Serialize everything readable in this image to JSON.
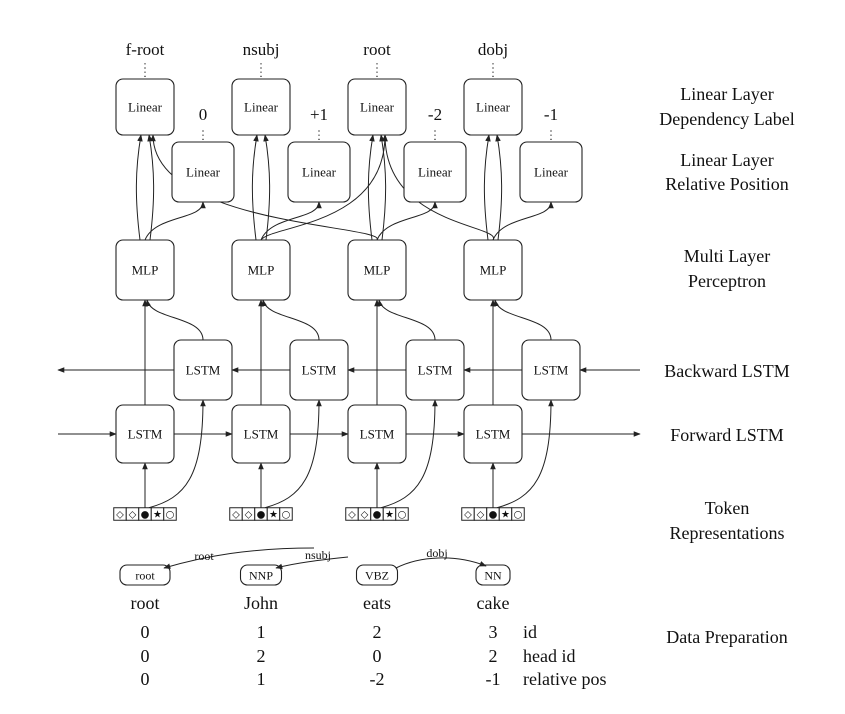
{
  "columns": [
    {
      "dep_label": "f-root",
      "rel_pos": "0",
      "linear_label": "Linear",
      "mlp_label": "MLP",
      "lstm_label": "LSTM",
      "pos_tag": "root",
      "word": "root",
      "id": "0",
      "head_id": "0",
      "relative_pos": "0"
    },
    {
      "dep_label": "nsubj",
      "rel_pos": "+1",
      "linear_label": "Linear",
      "mlp_label": "MLP",
      "lstm_label": "LSTM",
      "pos_tag": "NNP",
      "word": "John",
      "id": "1",
      "head_id": "2",
      "relative_pos": "1"
    },
    {
      "dep_label": "root",
      "rel_pos": "-2",
      "linear_label": "Linear",
      "mlp_label": "MLP",
      "lstm_label": "LSTM",
      "pos_tag": "VBZ",
      "word": "eats",
      "id": "2",
      "head_id": "0",
      "relative_pos": "-2"
    },
    {
      "dep_label": "dobj",
      "rel_pos": "-1",
      "linear_label": "Linear",
      "mlp_label": "MLP",
      "lstm_label": "LSTM",
      "pos_tag": "NN",
      "word": "cake",
      "id": "3",
      "head_id": "2",
      "relative_pos": "-1"
    }
  ],
  "token_glyphs": [
    "◇",
    "◇",
    "●",
    "★",
    "○"
  ],
  "arcs": {
    "root": "root",
    "nsubj": "nsubj",
    "dobj": "dobj"
  },
  "row_labels": {
    "linear_dep_1": "Linear Layer",
    "linear_dep_2": "Dependency Label",
    "linear_pos_1": "Linear Layer",
    "linear_pos_2": "Relative Position",
    "mlp_1": "Multi Layer",
    "mlp_2": "Perceptron",
    "backward": "Backward LSTM",
    "forward": "Forward LSTM",
    "token_1": "Token",
    "token_2": "Representations",
    "data_prep": "Data Preparation"
  },
  "table_labels": {
    "id": "id",
    "head_id": "head id",
    "relative_pos": "relative pos"
  }
}
